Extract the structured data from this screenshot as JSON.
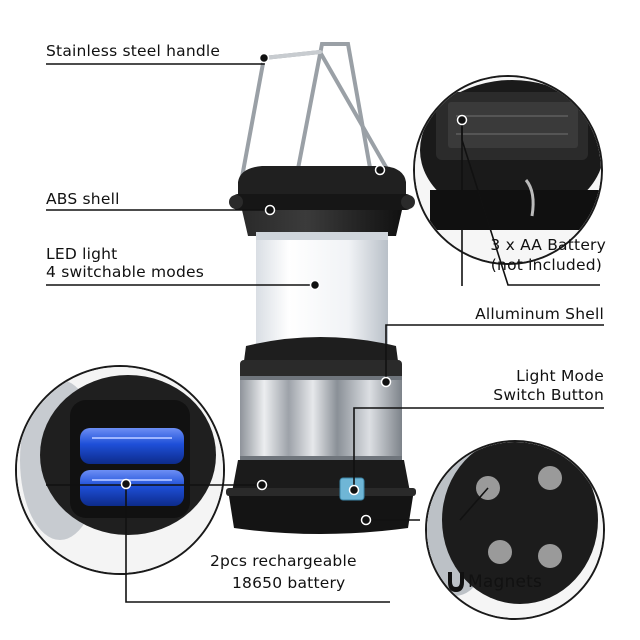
{
  "callouts": {
    "handle": "Stainless steel handle",
    "abs_shell": "ABS shell",
    "led_line1": "LED light",
    "led_line2": "4 switchable modes",
    "aa_line1": "3 x AA Battery",
    "aa_line2": "(not included)",
    "aluminum": "Alluminum Shell",
    "switch_line1": "Light Mode",
    "switch_line2": "Switch Button",
    "rech_line1": "2pcs rechargeable",
    "rech_line2": "18650 battery",
    "magnets": "Magnets"
  },
  "colors": {
    "body_black": "#1c1c1c",
    "led_white": "#f4f6f8",
    "aluminum": "#b8bcc2",
    "battery_blue": "#1e4fd8",
    "switch_button": "#6fb6d6",
    "line": "#111111"
  },
  "icons": [
    "magnet-icon"
  ]
}
